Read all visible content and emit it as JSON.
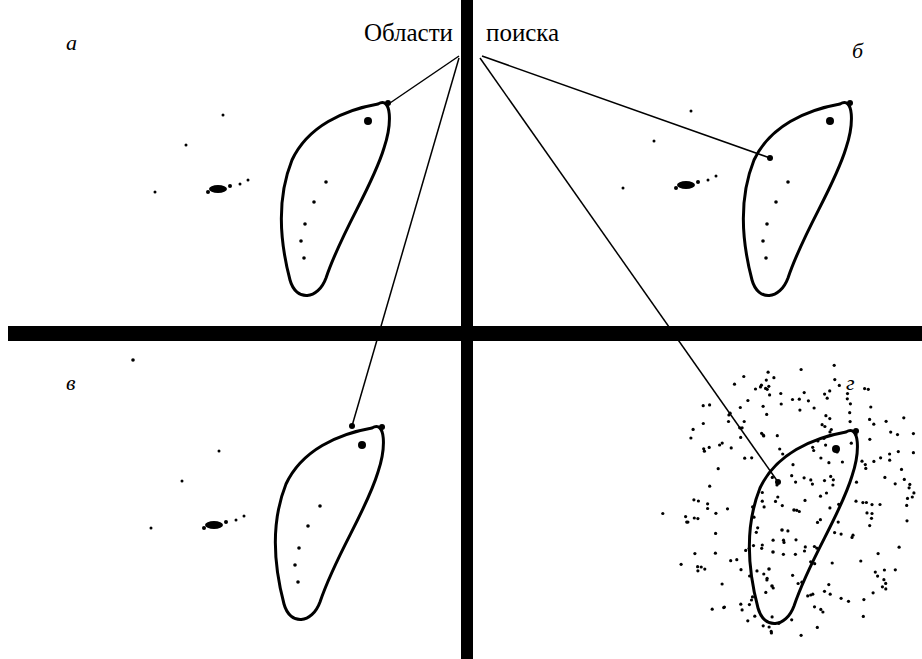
{
  "diagram": {
    "labels": [
      "Области",
      "поиска",
      "а",
      "б",
      "в",
      "г"
    ]
  }
}
